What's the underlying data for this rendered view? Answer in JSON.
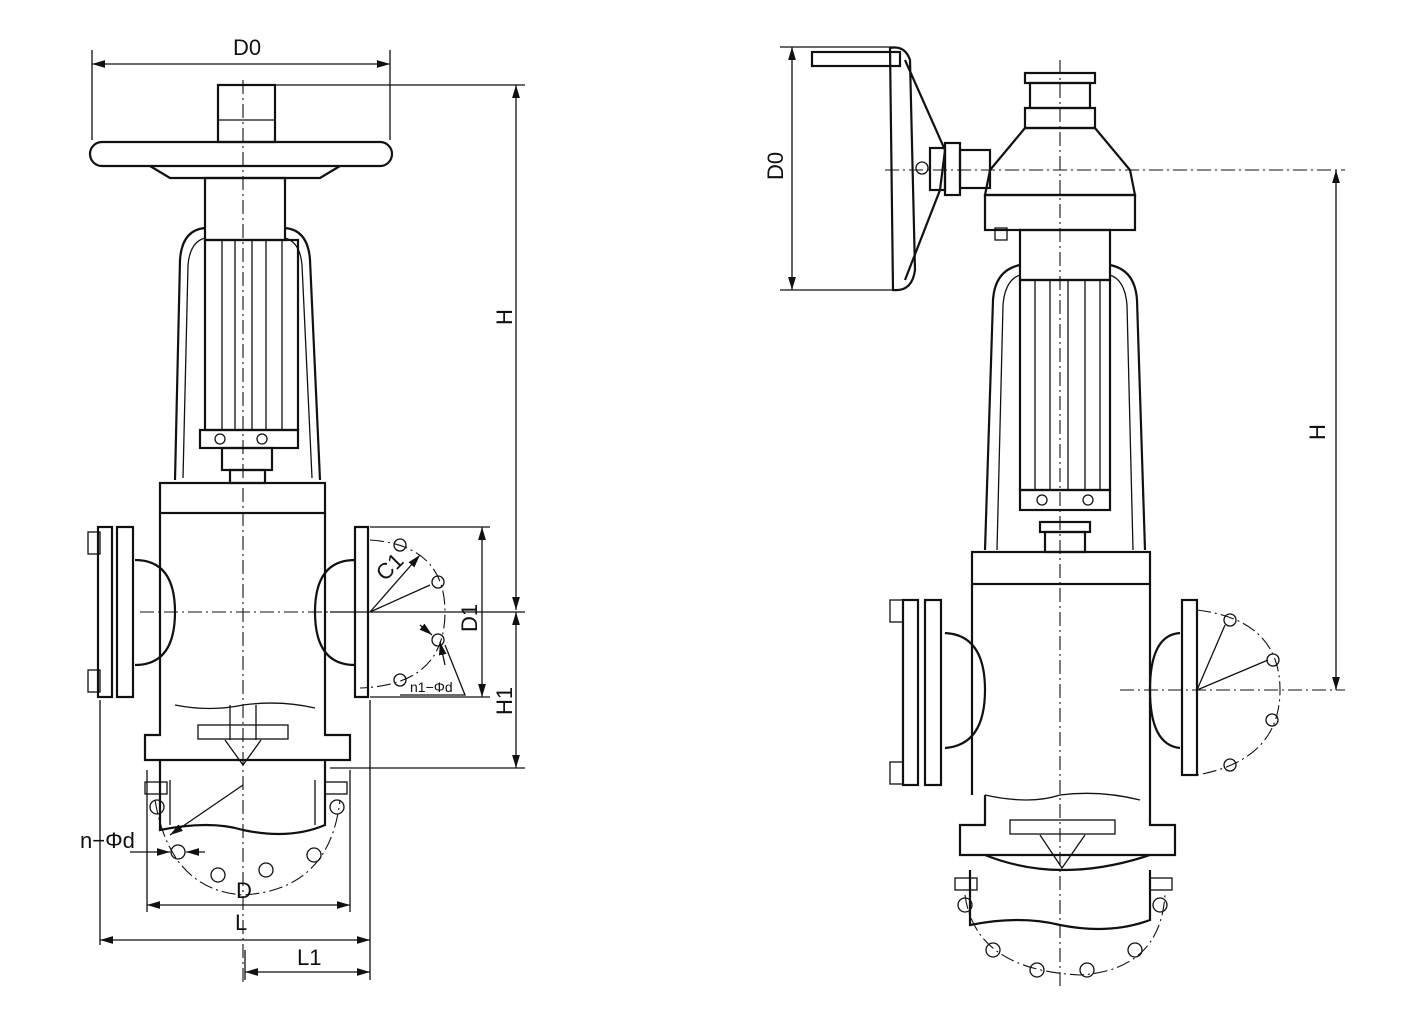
{
  "title": "Gate valve dimension drawings",
  "left_view": {
    "labels": {
      "D0": "D0",
      "H": "H",
      "C1": "C1",
      "D1": "D1",
      "n1_phi_d": "n1−Φd",
      "H1": "H1",
      "n_phi_d": "n−Φd",
      "D": "D",
      "L": "L",
      "L1": "L1"
    }
  },
  "right_view": {
    "labels": {
      "D0": "D0",
      "H": "H"
    }
  }
}
